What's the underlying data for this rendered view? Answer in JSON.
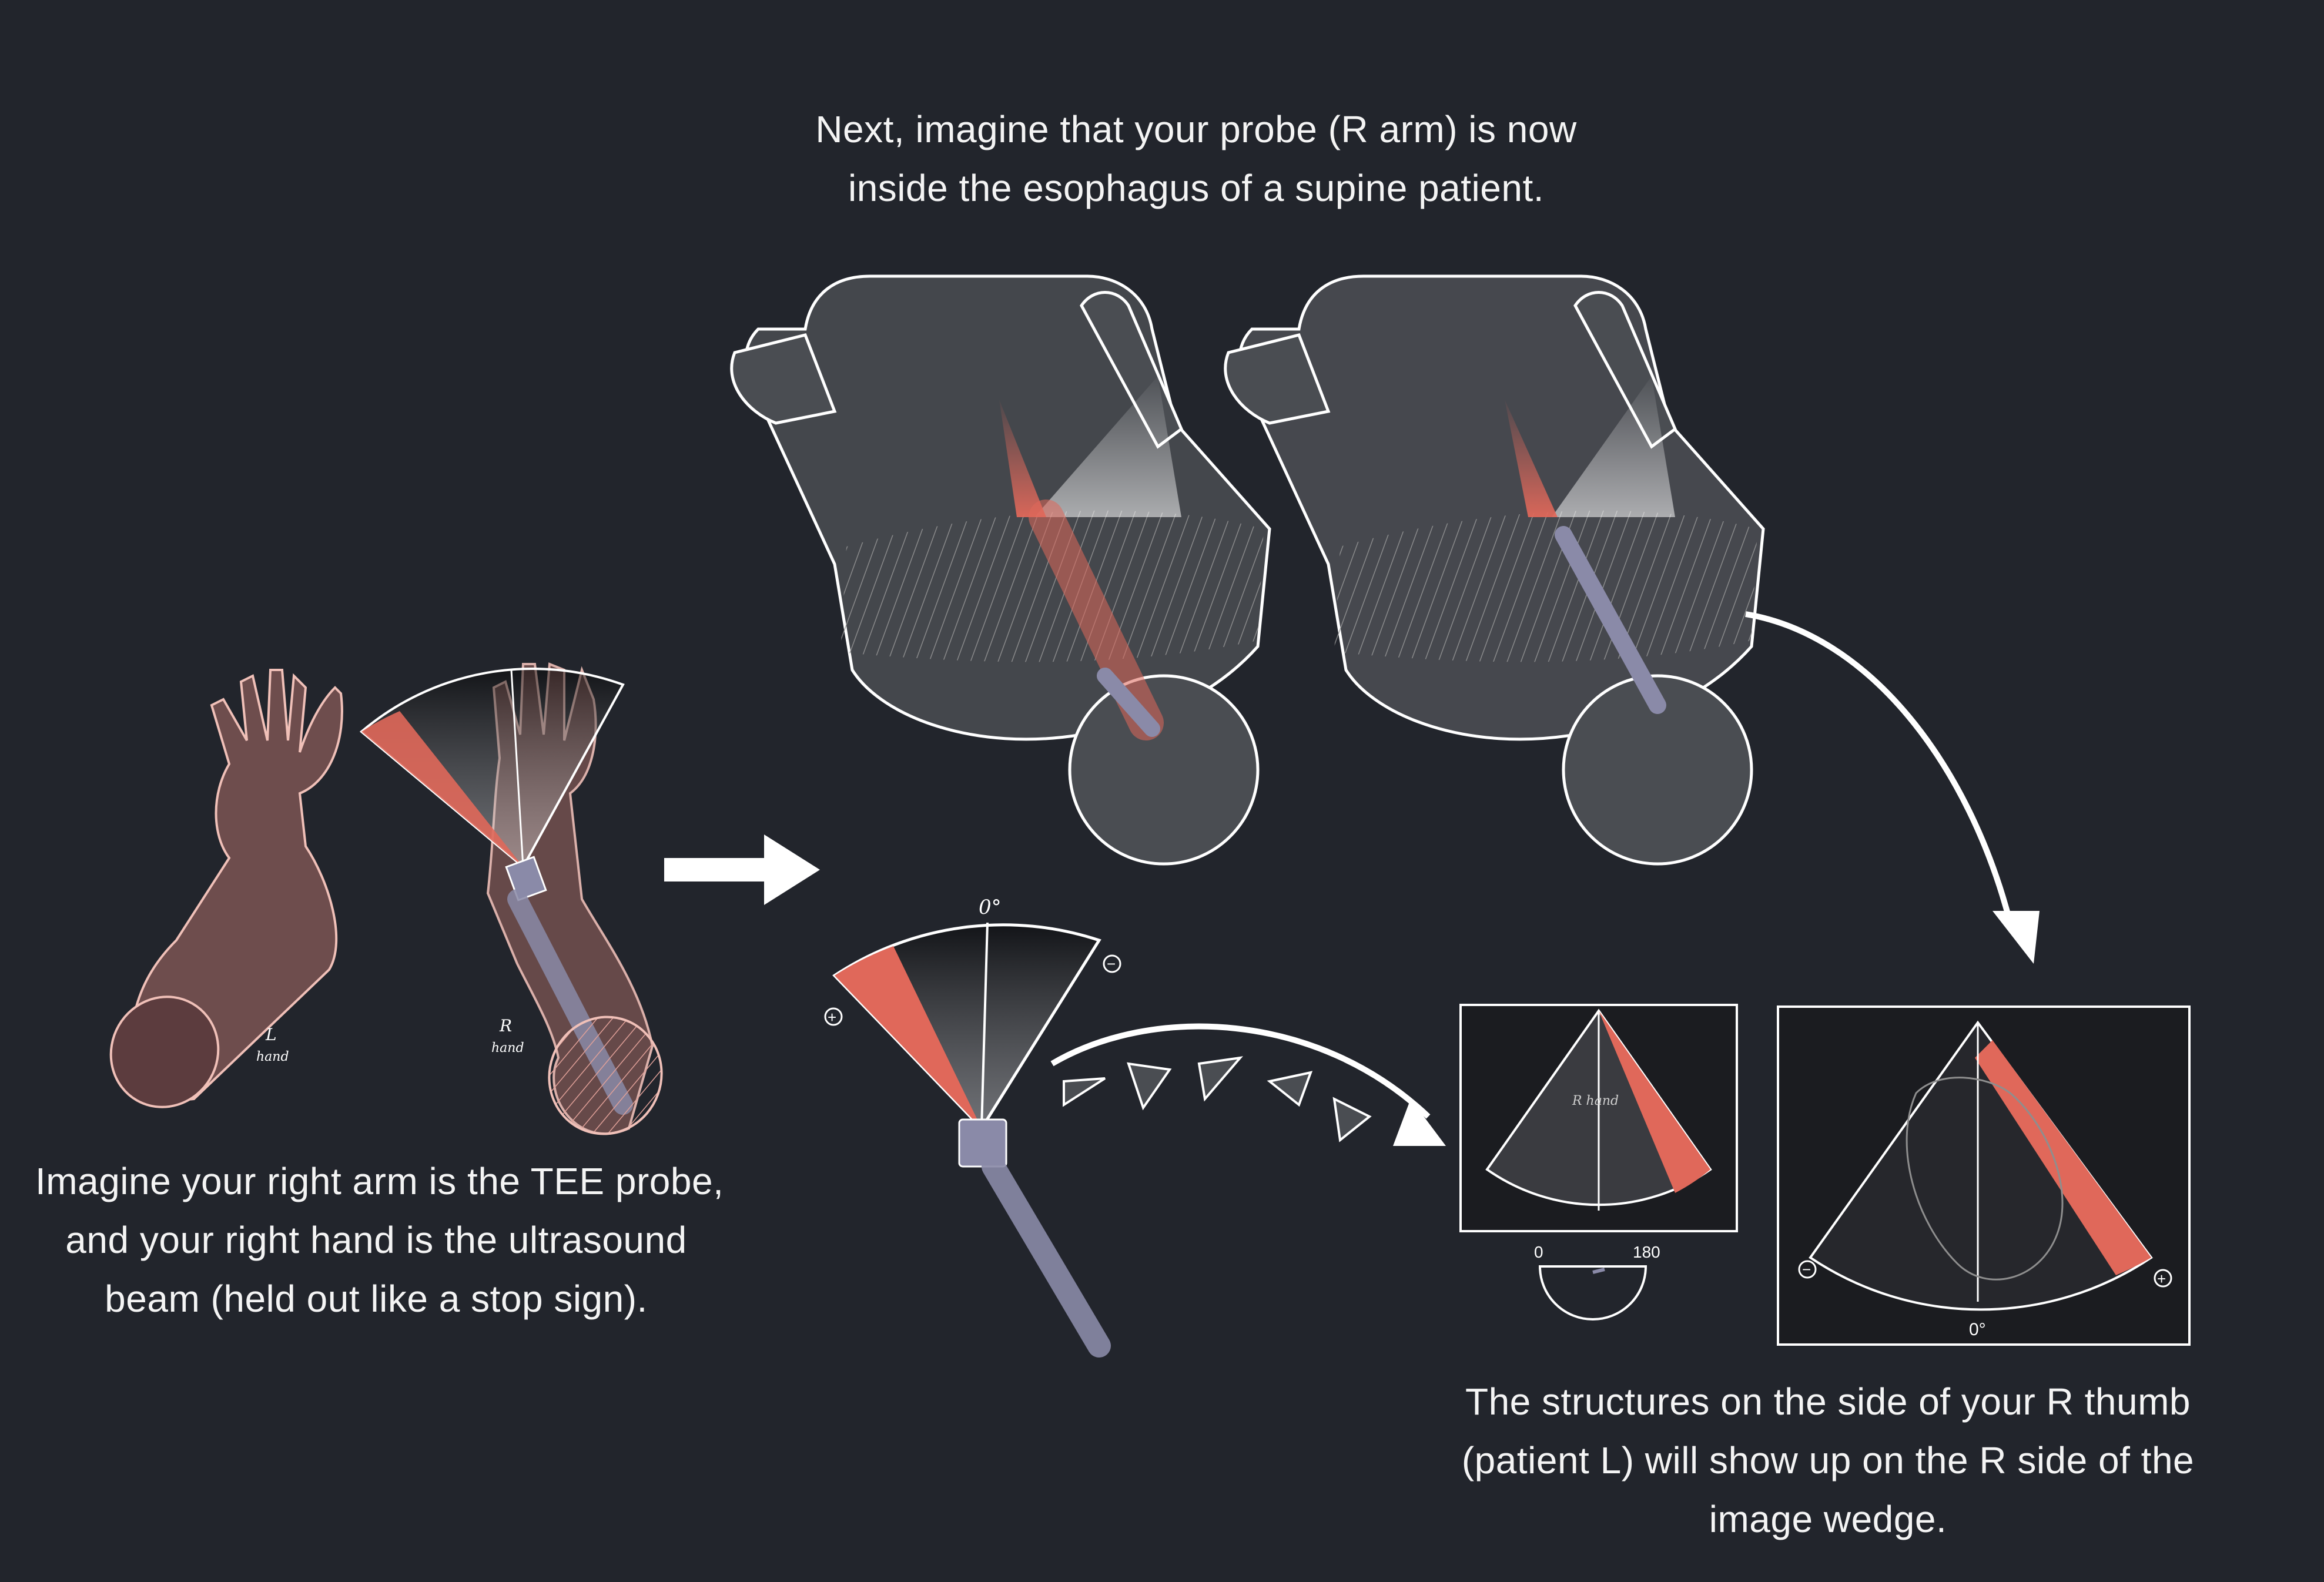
{
  "captions": {
    "top": [
      "Next, imagine that your probe (R arm) is now",
      "inside the esophagus of a supine patient."
    ],
    "left": [
      "Imagine your right arm is the TEE probe,",
      "and your right hand is the ultrasound",
      "beam (held out like a stop sign)."
    ],
    "right": [
      "The structures on the side of your R thumb",
      "(patient L) will show up on the R side of the",
      "image wedge."
    ]
  },
  "labels": {
    "left_hand": [
      "L",
      "hand"
    ],
    "right_hand": [
      "R",
      "hand"
    ],
    "fan_angle": "0°",
    "plus": "+",
    "minus": "−",
    "screen_small_label": "R hand",
    "dial_min": "0",
    "dial_max": "180",
    "screen_large_angle": "0°"
  },
  "colors": {
    "background": "#22252c",
    "beam_red": "#e0685a",
    "skin": "#6e4d4d",
    "skin_outline": "#f0c0b8",
    "probe": "#8a8aa8",
    "body_fill": "#4a4d52",
    "line": "#ffffff"
  }
}
